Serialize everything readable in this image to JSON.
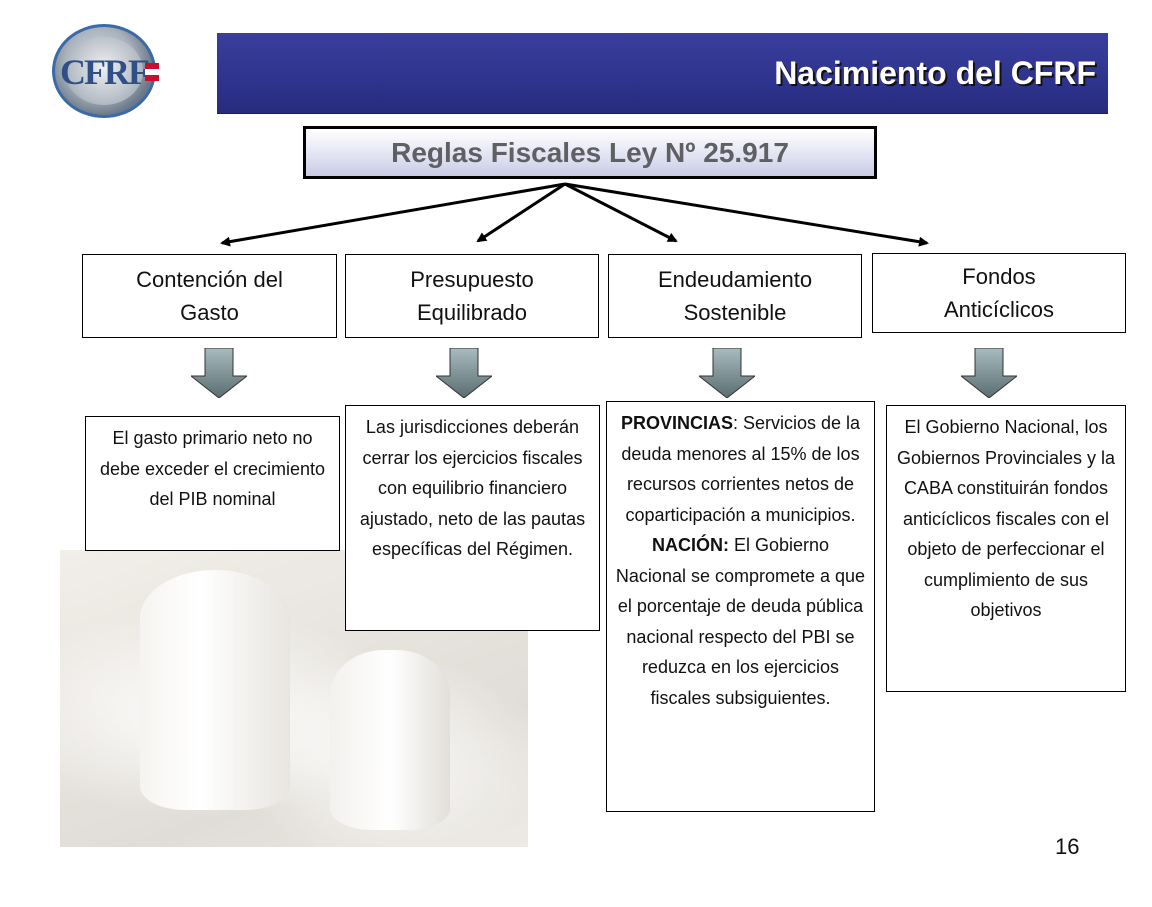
{
  "logo": {
    "text": "CFRF",
    "ring_text": ""
  },
  "slide": {
    "title": "Nacimiento del CFRF",
    "page_number": "16"
  },
  "header": {
    "text": "Reglas Fiscales Ley Nº 25.917"
  },
  "categories": [
    {
      "line1": "Contención del",
      "line2": "Gasto"
    },
    {
      "line1": "Presupuesto",
      "line2": "Equilibrado"
    },
    {
      "line1": "Endeudamiento",
      "line2": "Sostenible"
    },
    {
      "line1": "Fondos",
      "line2": "Anticíclicos"
    }
  ],
  "details": {
    "gasto": "El gasto primario neto no debe exceder el crecimiento del PIB nominal",
    "presupuesto": "Las jurisdicciones deberán cerrar los ejercicios fiscales con equilibrio financiero ajustado, neto de las pautas específicas del Régimen.",
    "endeudamiento": {
      "provincias_label": "PROVINCIAS",
      "provincias_text": ": Servicios de la deuda menores al 15% de los recursos corrientes netos de coparticipación a municipios.",
      "nacion_label": "NACIÓN:",
      "nacion_text": " El Gobierno Nacional se compromete a que el  porcentaje de deuda pública nacional respecto del PBI se reduzca en los ejercicios fiscales subsiguientes."
    },
    "fondos": "El Gobierno Nacional, los Gobiernos Provinciales y la CABA constituirán fondos anticíclicos fiscales con el objeto de perfeccionar el cumplimiento de sus objetivos"
  },
  "colors": {
    "title_bar": "#2e338d",
    "arrow_top": "#9fb3b6",
    "arrow_bottom": "#5f7376"
  }
}
